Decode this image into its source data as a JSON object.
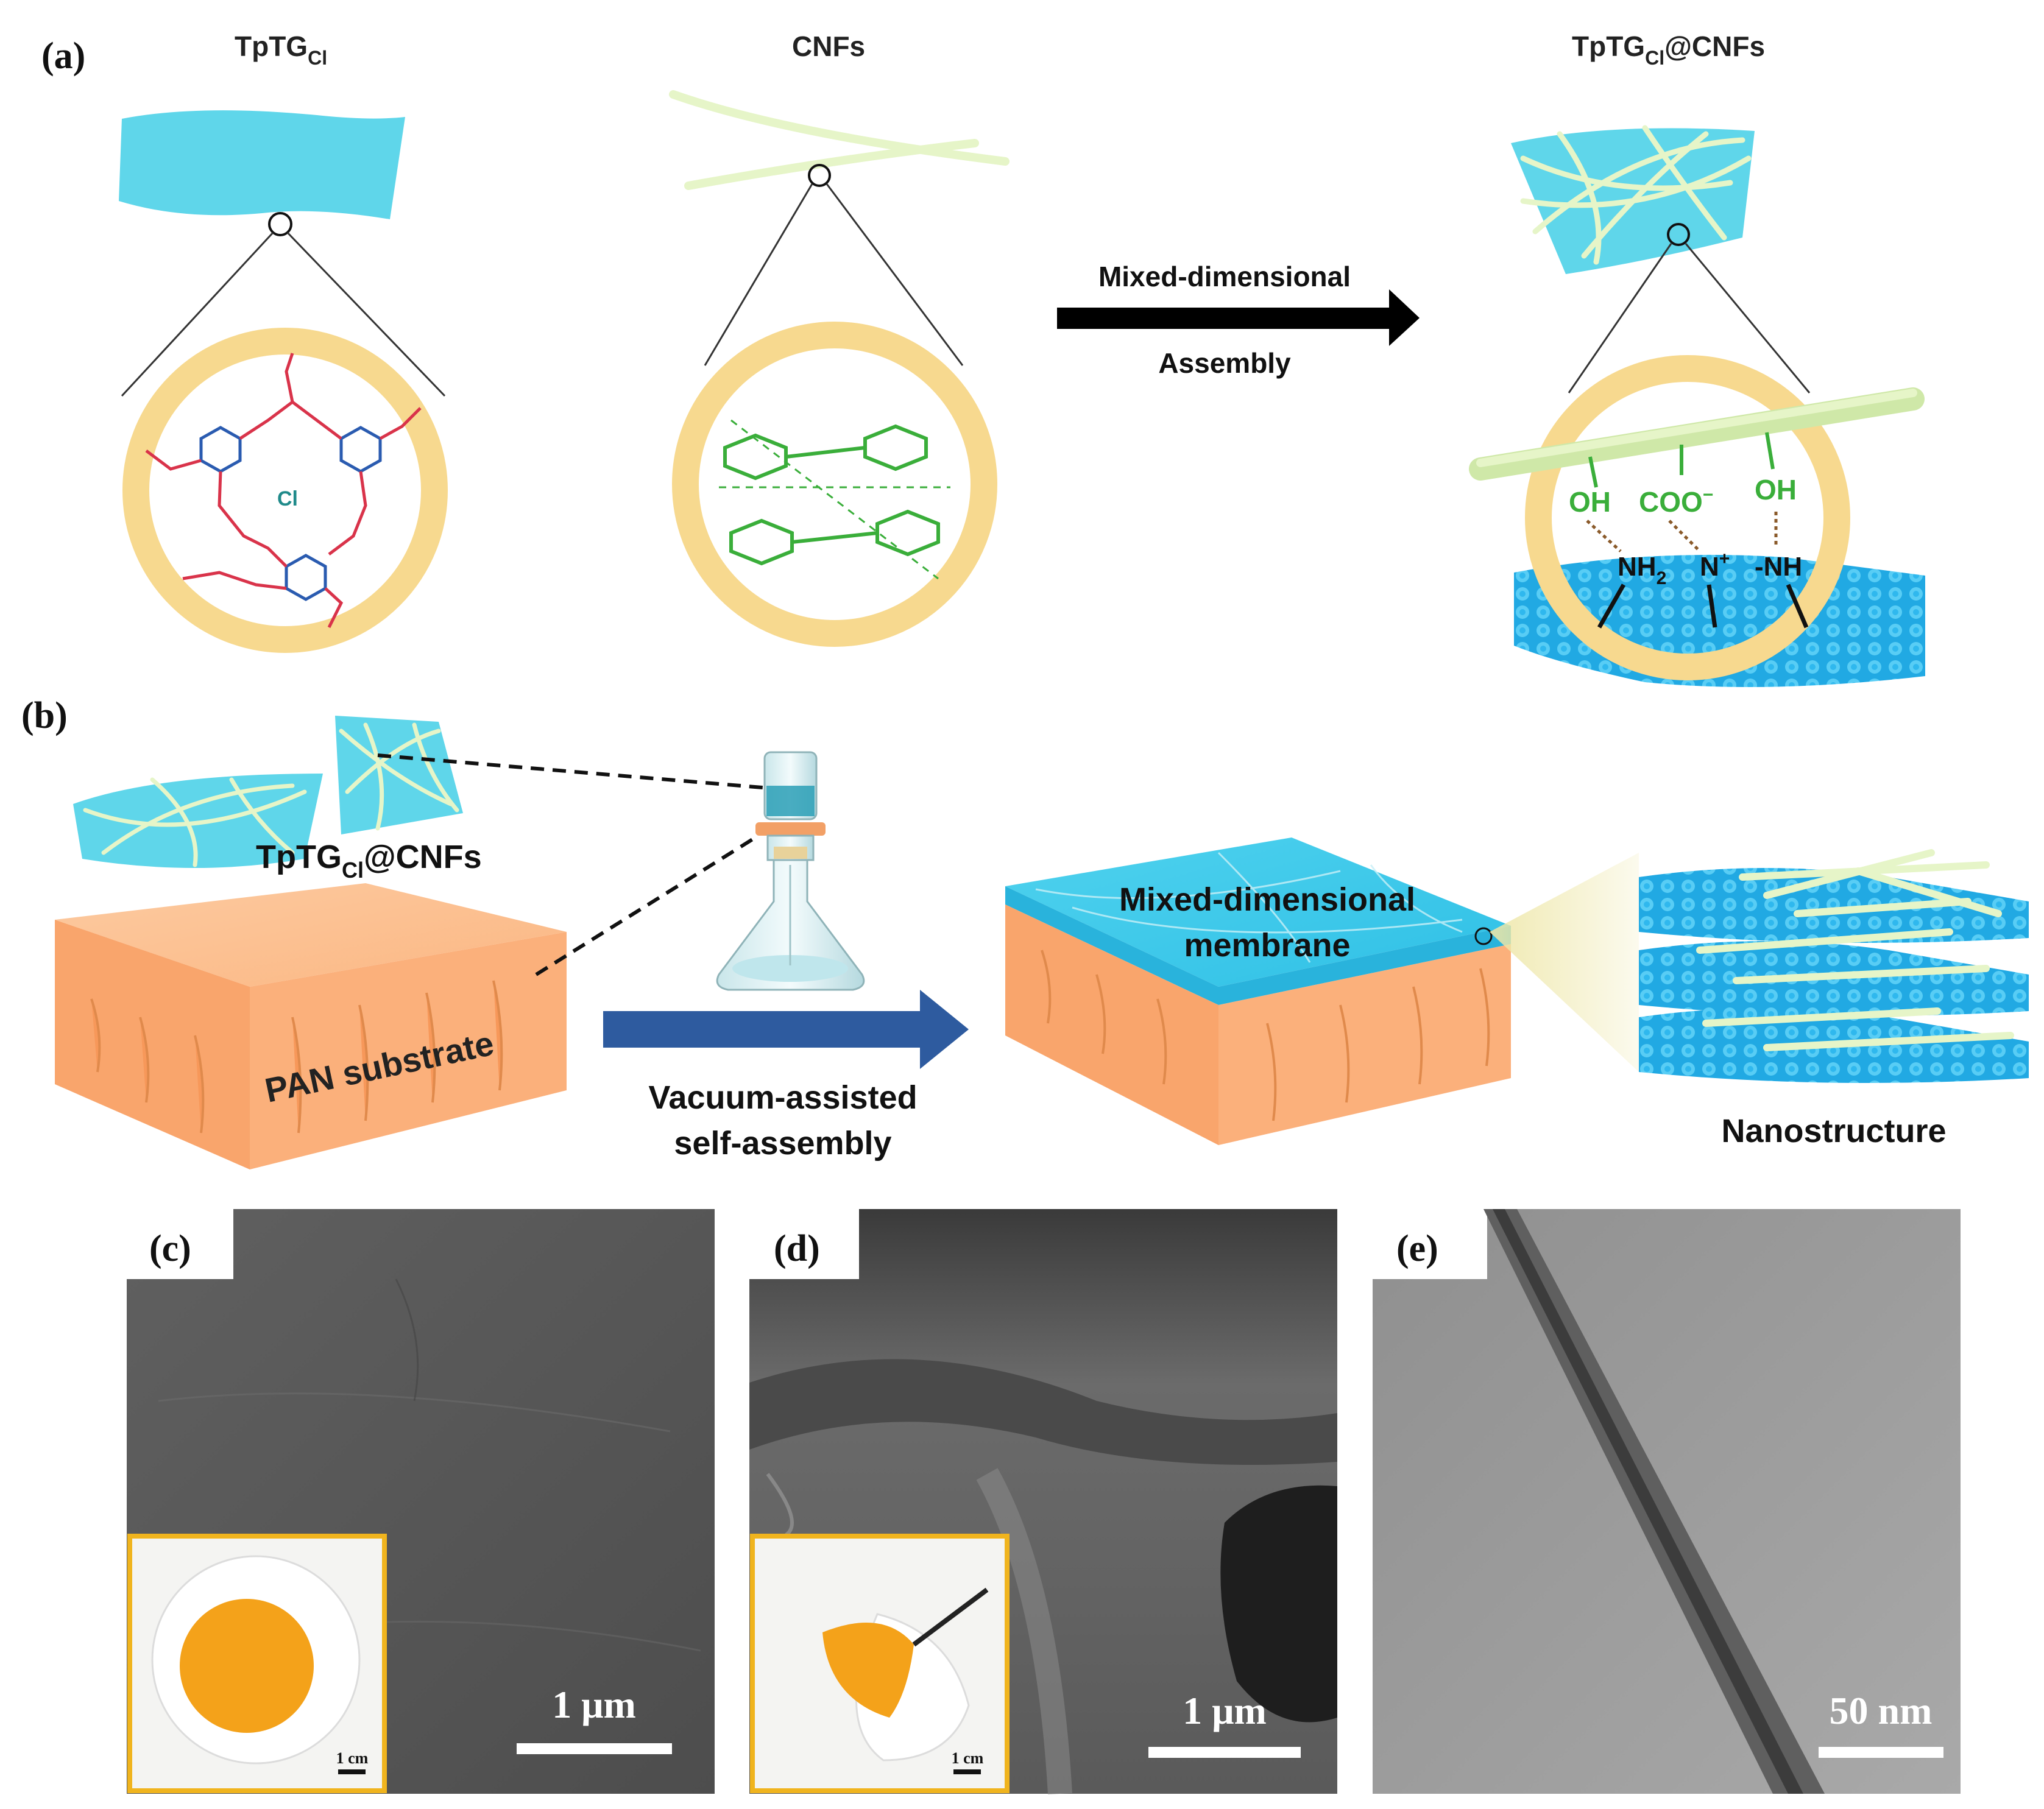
{
  "panel_a": {
    "label": "(a)",
    "col1_title": "TpTG",
    "col1_title_sub": "Cl",
    "col2_title": "CNFs",
    "col3_title": "TpTG",
    "col3_title_sub": "Cl",
    "col3_title_suffix": "@CNFs",
    "arrow_top": "Mixed-dimensional",
    "arrow_bottom": "Assembly",
    "chem_cl": "Cl",
    "col3_oh1": "OH",
    "col3_coo": "COO",
    "col3_oh2": "OH",
    "col3_nh2": "NH",
    "col3_nh2_sub": "2",
    "col3_nplus": "N",
    "col3_nh": "-NH"
  },
  "panel_b": {
    "label": "(b)",
    "tptg_label": "TpTG",
    "tptg_sub": "Cl",
    "tptg_suffix": "@CNFs",
    "substrate": "PAN substrate",
    "arrow_line1": "Vacuum-assisted",
    "arrow_line2": "self-assembly",
    "membrane_line1": "Mixed-dimensional",
    "membrane_line2": "membrane",
    "nanostructure": "Nanostructure"
  },
  "panel_c": {
    "label": "(c)",
    "scale": "1 μm",
    "inset_scale": "1 cm"
  },
  "panel_d": {
    "label": "(d)",
    "scale": "1 μm",
    "inset_scale": "1 cm"
  },
  "panel_e": {
    "label": "(e)",
    "scale": "50 nm"
  },
  "colors": {
    "sheet": "#5fd6ea",
    "ring": "#f7d98f",
    "fiber": "#e6f5c8",
    "orange_substrate": "#fbb07b",
    "arrow_blue": "#2e5b9f",
    "cellulose_green": "#3aae3a",
    "chem_red": "#d9334a",
    "chem_blue": "#2a5bb0",
    "inset_border": "#f0b41e",
    "inset_disc": "#f4a21a"
  }
}
